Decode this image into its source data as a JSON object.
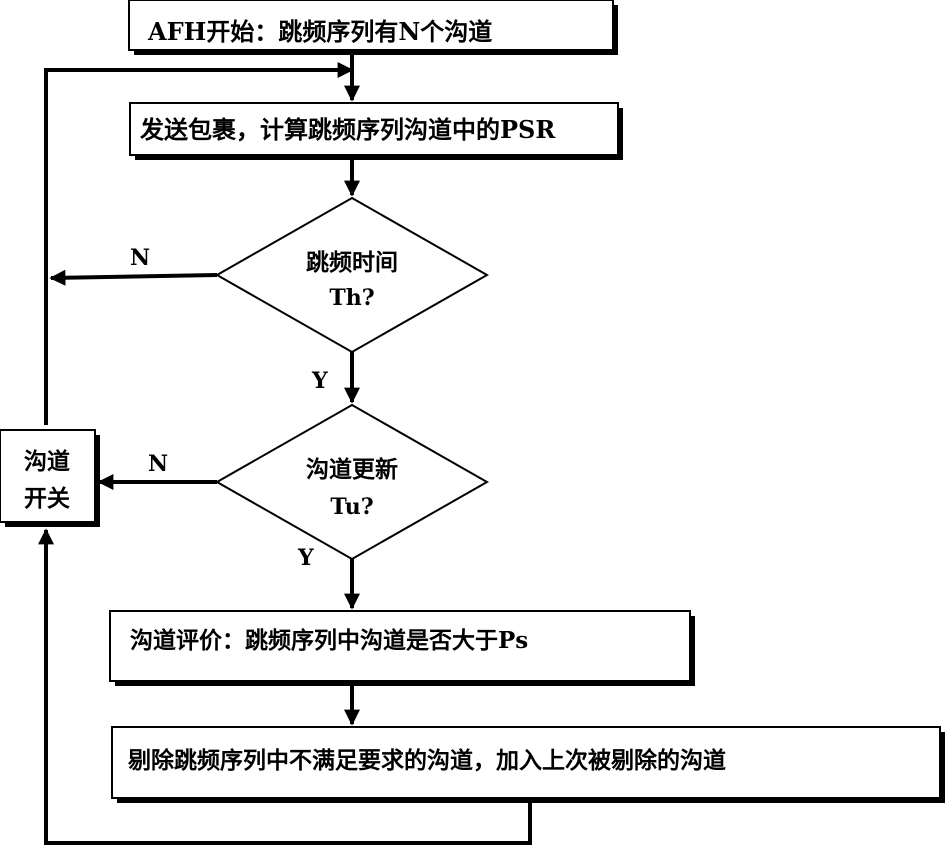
{
  "nodes": {
    "start": "AFH开始：跳频序列有N个沟道",
    "send": "发送包裹，计算跳频序列沟道中的PSR",
    "decision_hop": {
      "line1": "跳频时间",
      "line2": "Th?"
    },
    "decision_update": {
      "line1": "沟道更新",
      "line2": "Tu?"
    },
    "evaluate": "沟道评价：跳频序列中沟道是否大于Ps",
    "remove": "剔除跳频序列中不满足要求的沟道，加入上次被剔除的沟道",
    "switch": {
      "line1": "沟道",
      "line2": "开关"
    }
  },
  "labels": {
    "hop_no": "N",
    "hop_yes": "Y",
    "update_no": "N",
    "update_yes": "Y"
  }
}
